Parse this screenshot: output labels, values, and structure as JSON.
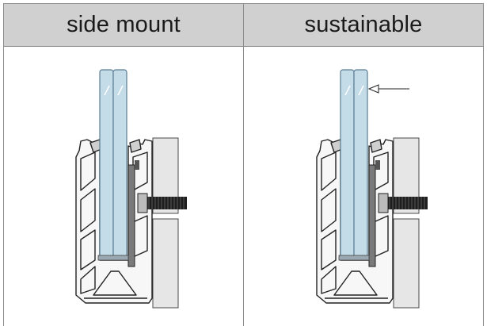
{
  "header": {
    "columns": [
      {
        "label": "side mount"
      },
      {
        "label": "sustainable"
      }
    ]
  },
  "figures": [
    {
      "name": "side-mount-section",
      "arrow": false
    },
    {
      "name": "sustainable-section",
      "arrow": true
    }
  ],
  "colors": {
    "header_bg": "#d0d0d0",
    "grid_line": "#8c8c8c",
    "glass": "#c4dbe8",
    "glass_edge": "#5a7d92",
    "wall": "#e6e6e6",
    "gasket": "#7a7a7a",
    "bolt": "#1e1e1e"
  }
}
